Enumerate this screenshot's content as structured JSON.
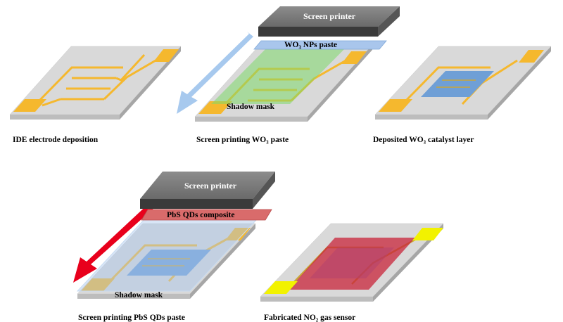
{
  "steps": [
    {
      "caption": "IDE electrode deposition"
    },
    {
      "caption": "Screen printing WO₃ paste",
      "printer": "Screen printer",
      "paste": "WO₃ NPs paste",
      "mask": "Shadow mask"
    },
    {
      "caption": "Deposited WO₃ catalyst layer"
    },
    {
      "caption": "Screen printing PbS QDs paste",
      "printer": "Screen printer",
      "paste": "PbS QDs composite",
      "mask": "Shadow mask"
    },
    {
      "caption": "Fabricated NO₂ gas sensor"
    }
  ],
  "colors": {
    "substrate_top": "#d9d9d9",
    "substrate_side": "#a6a6a6",
    "electrode": "#f5b82e",
    "pad_final": "#f2f200",
    "printer_top": "#7f7f7f",
    "printer_front": "#3a3a3a",
    "wo3_paste": "#a9c6ec",
    "pbs_paste": "#d96b6b",
    "wo3_layer": "#6f9fd6",
    "pbs_layer": "#c8243a",
    "arrow_blue": "#9dc3ec",
    "arrow_red": "#e8001c",
    "green_mask": "#7ed86a"
  }
}
